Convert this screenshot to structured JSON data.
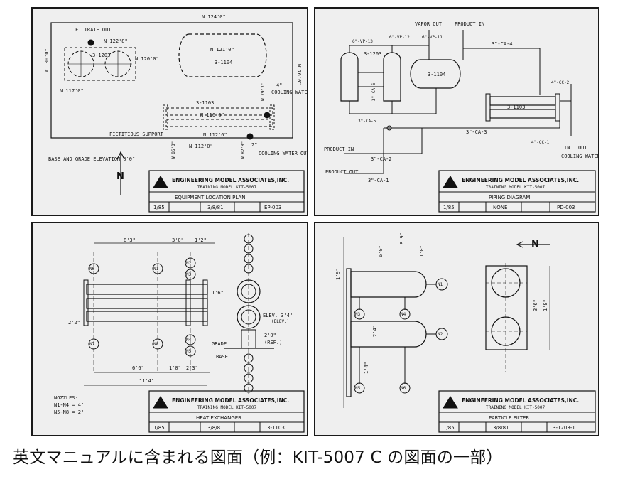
{
  "caption": "英文マニュアルに含まれる図面（例：KIT-5007 C の図面の一部）",
  "company": "ENGINEERING MODEL ASSOCIATES,INC.",
  "company_sub": "TRAINING MODEL KIT-5007",
  "sheets": {
    "equipment_location": {
      "title": "EQUIPMENT LOCATION PLAN",
      "scale": "1/85",
      "date": "3/8/81",
      "sheet_no": "EP-003",
      "labels": {
        "n_top": "N 124'0\"",
        "filtrate_out": "FILTRATE OUT",
        "n_122": "N 122'8\"",
        "filter_tag": "3-1203",
        "n_120": "N 120'0\"",
        "n_121": "N 121'0\"",
        "vessel_tag": "3-1104",
        "w_100": "W 100'0\"",
        "w_76": "W 76'0\"",
        "n_117": "N 117'0\"",
        "exch_tag": "3-1103",
        "n_116": "N 116'6\"",
        "fictitious_support": "FICTITIOUS SUPPORT",
        "n_112a": "N 112'6\"",
        "n_112b": "N 112'0\"",
        "cooling_in": "COOLING WATER IN",
        "cooling_out": "COOLING WATER OUT",
        "base_grade": "BASE AND GRADE ELEVATION 0'0\"",
        "north": "N",
        "w_86": "W 86'8\"",
        "w_82": "W 82'8\"",
        "w_79": "W 79'3\"",
        "el_4": "4\"",
        "el_2": "2\""
      }
    },
    "piping": {
      "title": "PIPING DIAGRAM",
      "scale": "1/85",
      "date": "NONE",
      "sheet_no": "PD-003",
      "labels": {
        "vapor_out": "VAPOR OUT",
        "product_in_top": "PRODUCT IN",
        "line_vp13": "6\"-VP-13",
        "line_vp12": "6\"-VP-12",
        "line_vp11": "6\"-VP-11",
        "filter_tag": "3-1203",
        "vessel_tag": "3-1104",
        "exch_tag": "3-1103",
        "line_ca4": "3\"-CA-4",
        "line_cc2": "4\"-CC-2",
        "line_ca5": "3\"-CA-5",
        "line_ca6": "3\"-CA-6",
        "line_ca3": "3\"-CA-3",
        "line_cc1": "4\"-CC-1",
        "line_ca2": "3\"-CA-2",
        "line_ca1": "3\"-CA-1",
        "product_in": "PRODUCT IN",
        "product_out": "PRODUCT OUT",
        "cw_in": "IN",
        "cw_out": "OUT",
        "cooling_water": "COOLING WATER"
      }
    },
    "heat_exchanger": {
      "title": "HEAT EXCHANGER",
      "scale": "1/85",
      "date": "3/8/81",
      "sheet_no": "3-1103",
      "labels": {
        "d_83": "8'3\"",
        "d_30": "3'0\"",
        "d_12": "1'2\"",
        "d_16": "1'6\"",
        "d_22": "2'2\"",
        "d_66": "6'6\"",
        "d_10": "1'0\"",
        "d_23": "2'3\"",
        "d_114": "11'4\"",
        "elev": "ELEV. 3'4\"",
        "elev_sub": "(ELEV.)",
        "grade": "GRADE",
        "base": "BASE",
        "d_20": "2'0\"",
        "ref": "(REF.)",
        "nozzles_title": "NOZZLES:",
        "nozzles_1": "N1-N4 = 4\"",
        "nozzles_2": "N5-N8 = 2\"",
        "n1": "N1",
        "n2": "N2",
        "n3": "N3",
        "n4": "N4",
        "n5": "N5",
        "n6": "N6",
        "n7": "N7",
        "n8": "N8"
      }
    },
    "particle_filter": {
      "title": "PARTICLE FILTER",
      "scale": "1/85",
      "date": "3/8/81",
      "sheet_no": "3-1203-1",
      "labels": {
        "north": "N",
        "d_10": "1'0\"",
        "d_60": "6'0\"",
        "d_89": "8'9\"",
        "d_24": "2'4\"",
        "d_14": "1'4\"",
        "d_36": "3'6\"",
        "d_18": "1'8\"",
        "d_19": "1'9\"",
        "n1": "N1",
        "n2": "N2",
        "n3": "N3",
        "n4": "N4",
        "n5": "N5",
        "n6": "N6"
      }
    }
  }
}
